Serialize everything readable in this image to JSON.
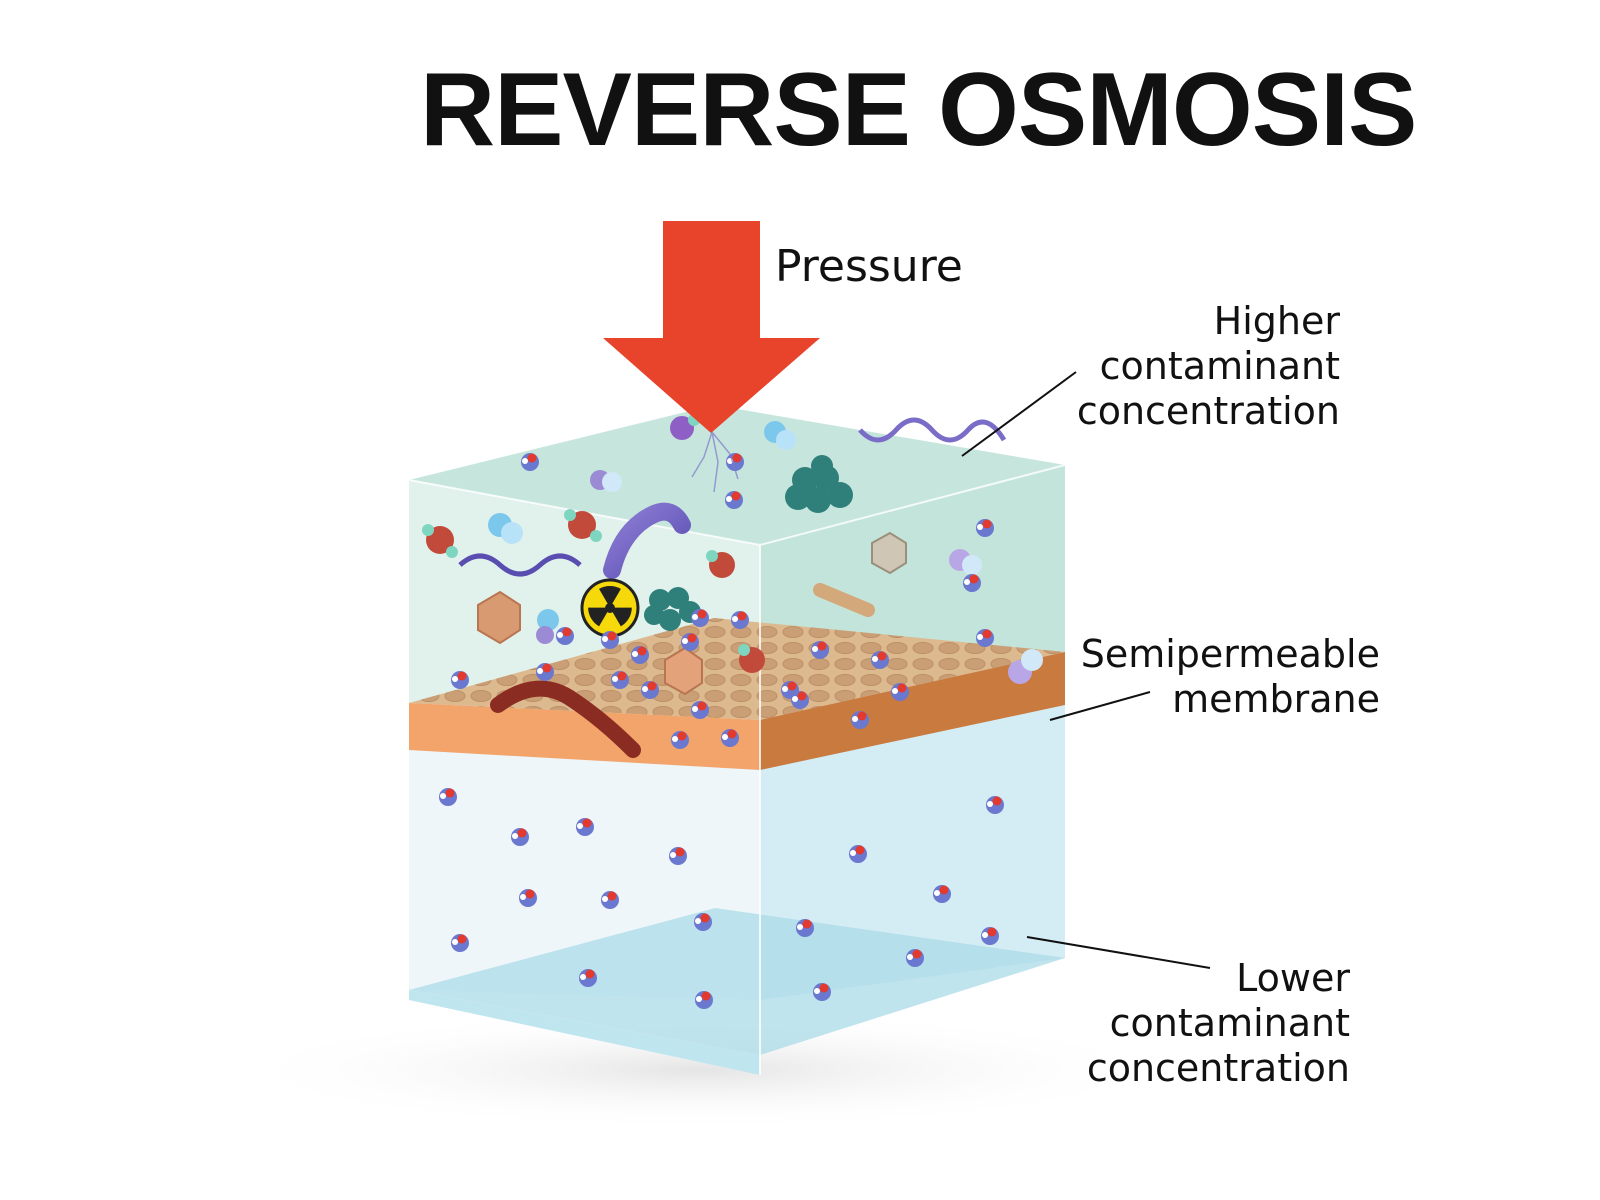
{
  "title": "REVERSE OSMOSIS",
  "labels": {
    "pressure": "Pressure",
    "higher": [
      "Higher",
      "contaminant",
      "concentration"
    ],
    "membrane": [
      "Semipermeable",
      "membrane"
    ],
    "lower": [
      "Lower",
      "contaminant",
      "concentration"
    ]
  },
  "colors": {
    "arrow": "#e8432b",
    "upper_water": "#cde9e3",
    "lower_water": "#d3ecf3",
    "membrane_front": "#f2a46b",
    "membrane_side": "#c97a3f",
    "membrane_top": "#d9b48a"
  },
  "icons": [
    "pressure-arrow-icon",
    "radiation-icon",
    "bacteria-icon",
    "virus-icon",
    "water-molecule-icon"
  ]
}
